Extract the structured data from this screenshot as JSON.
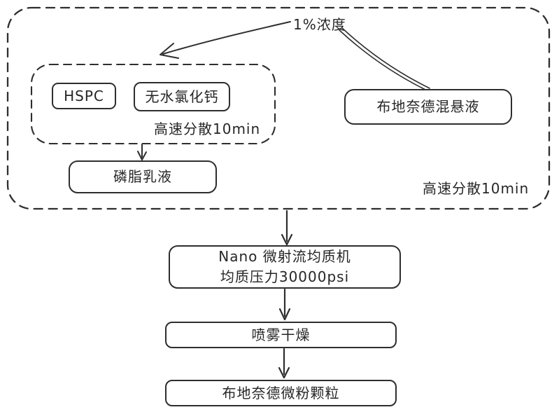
{
  "diagram": {
    "background": "#ffffff",
    "stroke_color": "#2e2e2e",
    "nodes": {
      "hspc": {
        "label": "HSPC"
      },
      "anhydrous_calcium_chloride": {
        "label": "无水氯化钙"
      },
      "phospholipid_emulsion": {
        "label": "磷脂乳液"
      },
      "budesonide_suspension": {
        "label": "布地奈德混悬液"
      },
      "homogenizer": {
        "line1": "Nano 微射流均质机",
        "line2": "均质压力30000psi"
      },
      "spray_drying": {
        "label": "喷雾干燥"
      },
      "budesonide_micropowder": {
        "label": "布地奈德微粉颗粒"
      }
    },
    "labels": {
      "concentration": "1%浓度",
      "inner_dispersion": "高速分散10min",
      "outer_dispersion": "高速分散10min"
    }
  }
}
